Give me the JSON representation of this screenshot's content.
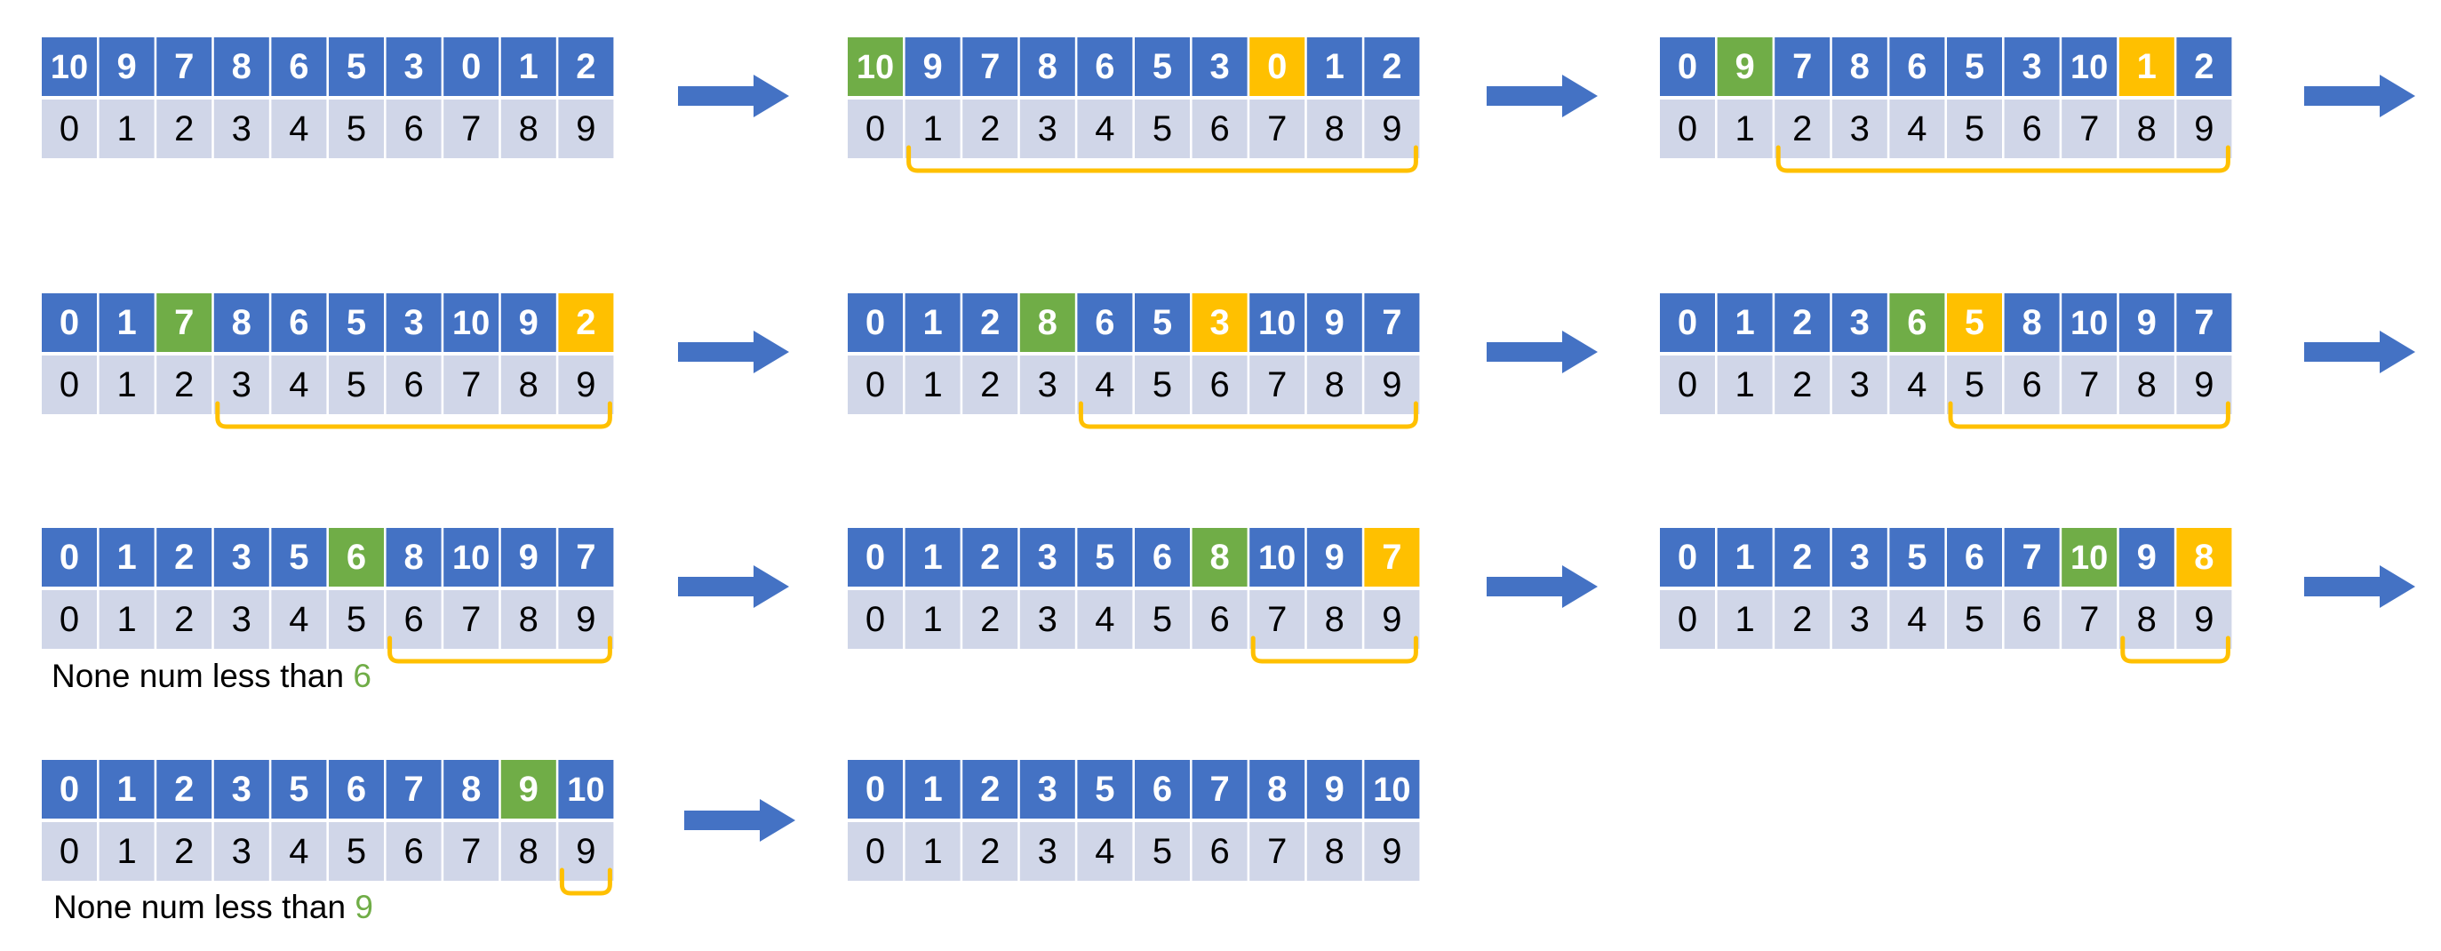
{
  "colors": {
    "value_cell": "#4472c4",
    "index_cell": "#d0d6e8",
    "current_position": "#70ad47",
    "minimum_found": "#ffc000",
    "range_bracket": "#ffc000",
    "arrow": "#4472c4",
    "value_text": "#ffffff",
    "index_text": "#000000",
    "caption_highlight": "#70ad47"
  },
  "index_labels": [
    "0",
    "1",
    "2",
    "3",
    "4",
    "5",
    "6",
    "7",
    "8",
    "9"
  ],
  "steps": [
    {
      "values": [
        "10",
        "9",
        "7",
        "8",
        "6",
        "5",
        "3",
        "0",
        "1",
        "2"
      ],
      "current": null,
      "minimum": null,
      "range_start": null
    },
    {
      "values": [
        "10",
        "9",
        "7",
        "8",
        "6",
        "5",
        "3",
        "0",
        "1",
        "2"
      ],
      "current": 0,
      "minimum": 7,
      "range_start": 1
    },
    {
      "values": [
        "0",
        "9",
        "7",
        "8",
        "6",
        "5",
        "3",
        "10",
        "1",
        "2"
      ],
      "current": 1,
      "minimum": 8,
      "range_start": 2
    },
    {
      "values": [
        "0",
        "1",
        "7",
        "8",
        "6",
        "5",
        "3",
        "10",
        "9",
        "2"
      ],
      "current": 2,
      "minimum": 9,
      "range_start": 3
    },
    {
      "values": [
        "0",
        "1",
        "2",
        "8",
        "6",
        "5",
        "3",
        "10",
        "9",
        "7"
      ],
      "current": 3,
      "minimum": 6,
      "range_start": 4
    },
    {
      "values": [
        "0",
        "1",
        "2",
        "3",
        "6",
        "5",
        "8",
        "10",
        "9",
        "7"
      ],
      "current": 4,
      "minimum": 5,
      "range_start": 5
    },
    {
      "values": [
        "0",
        "1",
        "2",
        "3",
        "5",
        "6",
        "8",
        "10",
        "9",
        "7"
      ],
      "current": 5,
      "minimum": null,
      "range_start": 6
    },
    {
      "values": [
        "0",
        "1",
        "2",
        "3",
        "5",
        "6",
        "8",
        "10",
        "9",
        "7"
      ],
      "current": 6,
      "minimum": 9,
      "range_start": 7
    },
    {
      "values": [
        "0",
        "1",
        "2",
        "3",
        "5",
        "6",
        "7",
        "10",
        "9",
        "8"
      ],
      "current": 7,
      "minimum": 9,
      "range_start": 8
    },
    {
      "values": [
        "0",
        "1",
        "2",
        "3",
        "5",
        "6",
        "7",
        "8",
        "9",
        "10"
      ],
      "current": 8,
      "minimum": null,
      "range_start": 9
    },
    {
      "values": [
        "0",
        "1",
        "2",
        "3",
        "5",
        "6",
        "7",
        "8",
        "9",
        "10"
      ],
      "current": null,
      "minimum": null,
      "range_start": null
    }
  ],
  "captions": [
    {
      "text": "None num less than ",
      "highlight": "6"
    },
    {
      "text": "None num less than ",
      "highlight": "9"
    }
  ]
}
